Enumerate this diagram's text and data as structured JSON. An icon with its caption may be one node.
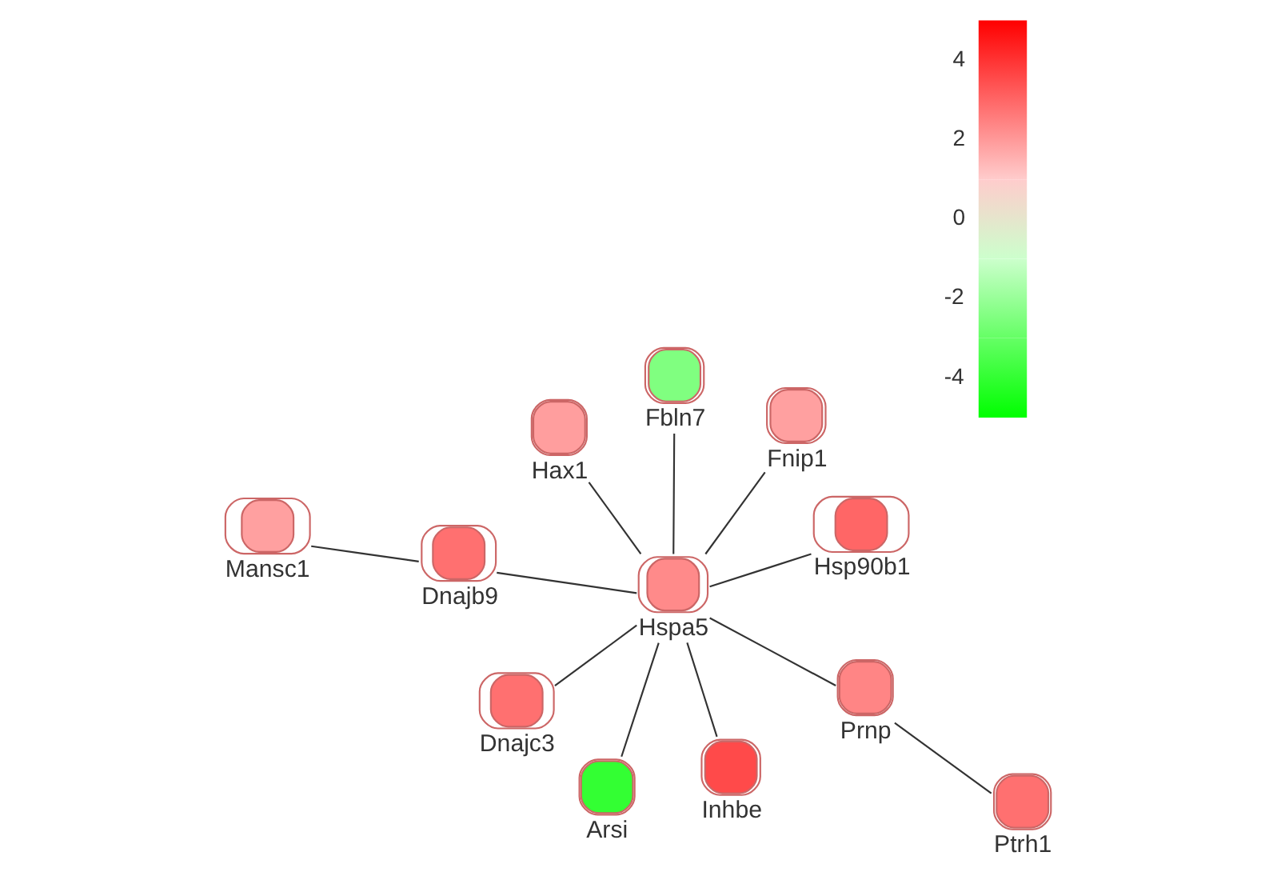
{
  "diagram": {
    "nodes": [
      {
        "text": [
          "Hax1"
        ]
      },
      {
        "text": [
          "Hsp90b1"
        ]
      },
      {
        "text": [
          "Arsi"
        ]
      },
      {
        "text": [
          "Fbln7"
        ]
      },
      {
        "text": [
          "Fnip1"
        ]
      },
      {
        "text": [
          "Hspa5"
        ]
      },
      {
        "text": [
          "Dnajc3"
        ]
      },
      {
        "text": [
          "Prnp"
        ]
      },
      {
        "text": [
          "Ptrh1"
        ]
      },
      {
        "text": [
          "Inhbe"
        ]
      },
      {
        "text": [
          "Dnajb9"
        ]
      },
      {
        "text": [
          "Mansc1"
        ]
      },
      {
        "text": [],
        "shape": "bar"
      }
    ],
    "edges": [
      {
        "from": 5,
        "to": 0,
        "arrow": "none"
      },
      {
        "from": 5,
        "to": 1,
        "arrow": "none"
      },
      {
        "from": 5,
        "to": 2,
        "arrow": "none"
      },
      {
        "from": 5,
        "to": 3,
        "arrow": "none"
      },
      {
        "from": 5,
        "to": 4,
        "arrow": "none"
      },
      {
        "from": 5,
        "to": 6,
        "arrow": "none"
      },
      {
        "from": 5,
        "to": 7,
        "arrow": "none"
      },
      {
        "from": 7,
        "to": 8,
        "arrow": "none"
      },
      {
        "from": 5,
        "to": 9,
        "arrow": "none"
      },
      {
        "from": 5,
        "to": 10,
        "arrow": "none"
      },
      {
        "from": 10,
        "to": 11,
        "arrow": "none"
      }
    ],
    "labels": [
      "4",
      "2",
      "0",
      "-2",
      "-4"
    ]
  }
}
